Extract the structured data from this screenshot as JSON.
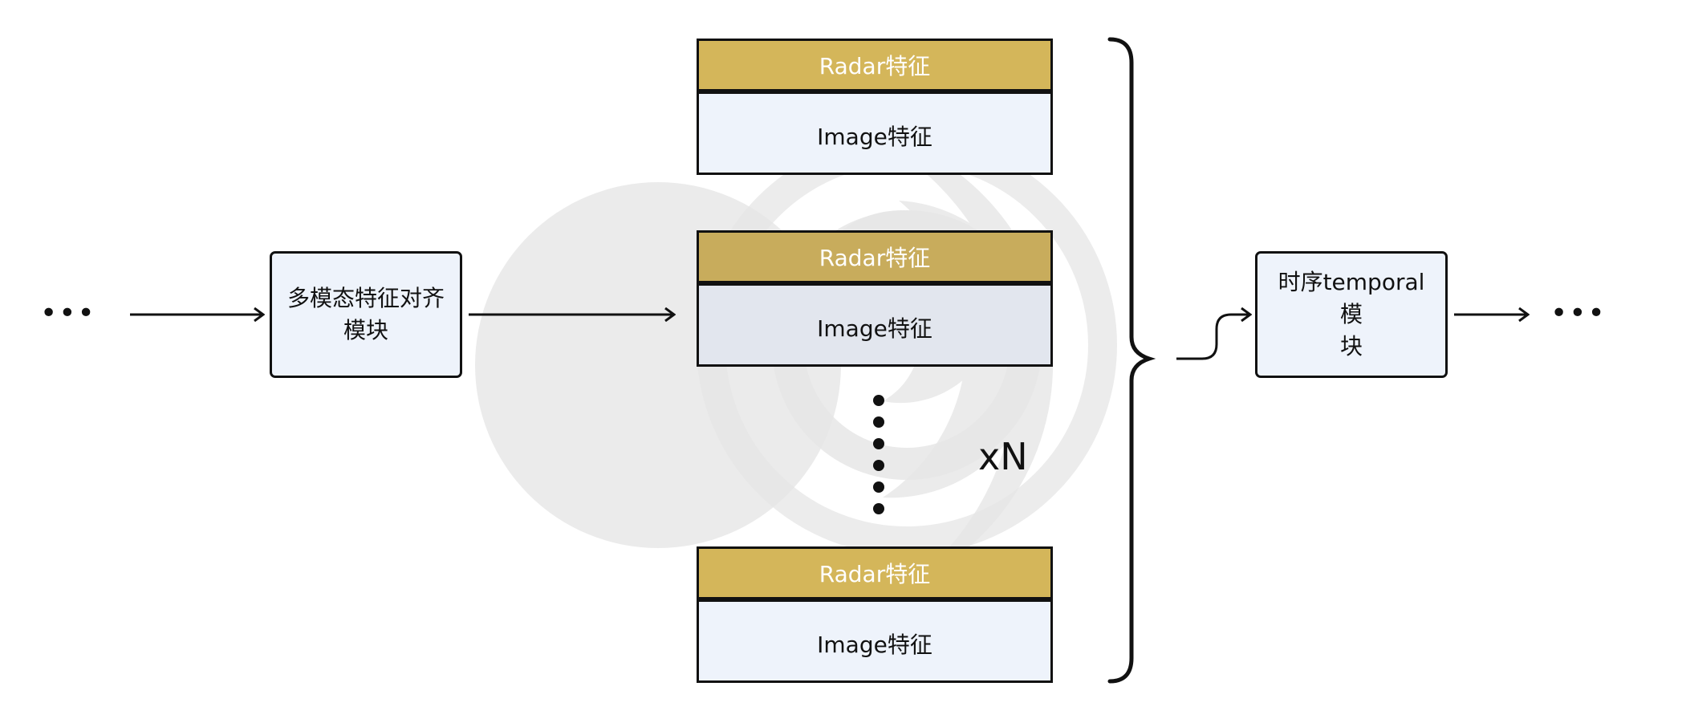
{
  "nodes": {
    "input_ellipsis": "•••",
    "align_module": "多模态特征对齐\n模块",
    "temporal_module": "时序temporal模\n块",
    "output_ellipsis": "•••"
  },
  "feature_stack": {
    "blocks": [
      {
        "radar": "Radar特征",
        "image": "Image特征"
      },
      {
        "radar": "Radar特征",
        "image": "Image特征"
      },
      {
        "radar": "Radar特征",
        "image": "Image特征"
      }
    ],
    "repeat_label": "xN"
  },
  "colors": {
    "radar_fill": "#d4b65a",
    "box_fill": "#eef3fb",
    "stroke": "#111111",
    "watermark": "#e6e6e6"
  }
}
